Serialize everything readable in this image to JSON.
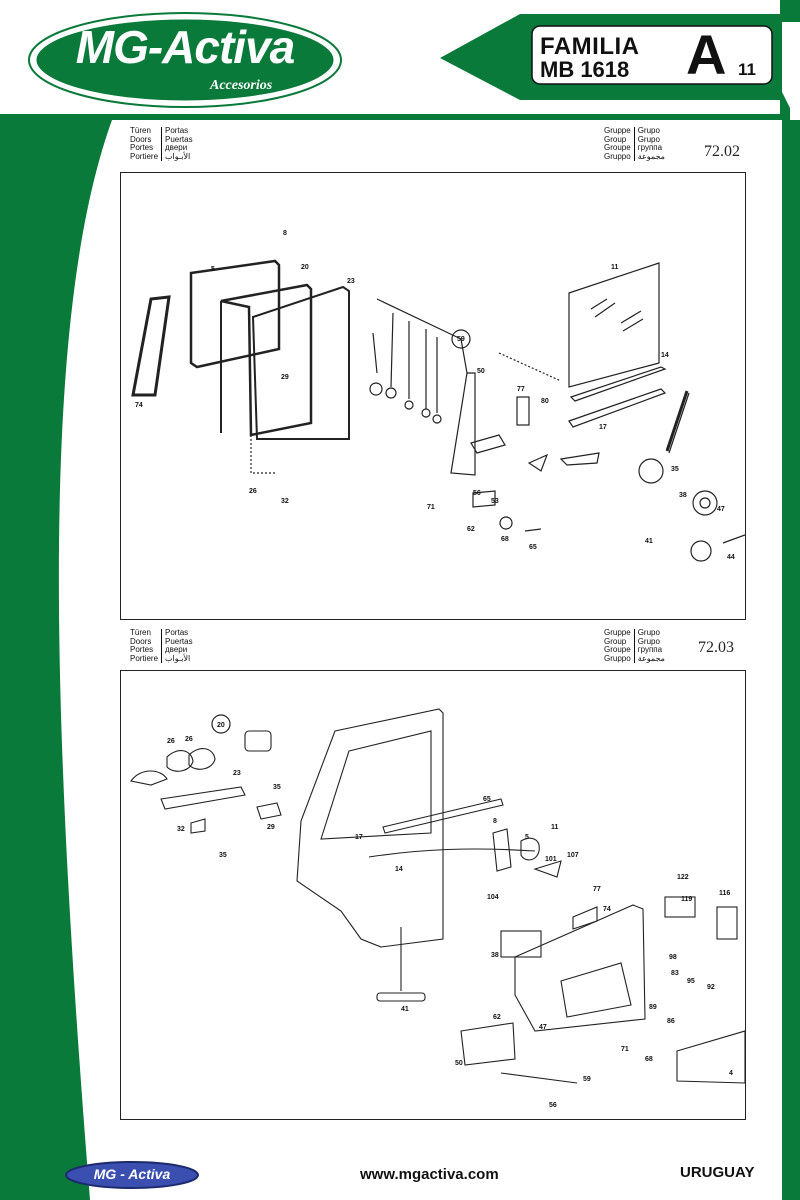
{
  "brand": {
    "logo_text": "MG-Activa",
    "logo_subtext": "Accesorios",
    "green": "#0a7a3a",
    "dark_green": "#08692f"
  },
  "header_badge": {
    "line1": "FAMILIA",
    "line2": "MB 1618",
    "letter": "A",
    "page": "11"
  },
  "sections": [
    {
      "labels_left": [
        "Türen",
        "Doors",
        "Portes",
        "Portiere"
      ],
      "labels_left2": [
        "Portas",
        "Puertas",
        "двери",
        "الأبـواب"
      ],
      "labels_right": [
        "Gruppe",
        "Group",
        "Groupe",
        "Gruppo"
      ],
      "labels_right2": [
        "Grupo",
        "Grupo",
        "группа",
        "مجموعة"
      ],
      "group_number": "72.02",
      "callouts": [
        "8",
        "5",
        "20",
        "23",
        "11",
        "74",
        "29",
        "59",
        "50",
        "77",
        "80",
        "14",
        "17",
        "26",
        "32",
        "71",
        "56",
        "53",
        "62",
        "68",
        "65",
        "35",
        "38",
        "47",
        "41",
        "44"
      ]
    },
    {
      "labels_left": [
        "Türen",
        "Doors",
        "Portes",
        "Portiere"
      ],
      "labels_left2": [
        "Portas",
        "Puertas",
        "двери",
        "الأبـواب"
      ],
      "labels_right": [
        "Gruppe",
        "Group",
        "Groupe",
        "Gruppo"
      ],
      "labels_right2": [
        "Grupo",
        "Grupo",
        "группа",
        "مجموعة"
      ],
      "group_number": "72.03",
      "callouts": [
        "20",
        "26",
        "26",
        "23",
        "35",
        "32",
        "29",
        "35",
        "65",
        "17",
        "8",
        "11",
        "5",
        "101",
        "107",
        "14",
        "104",
        "77",
        "122",
        "119",
        "116",
        "74",
        "38",
        "98",
        "83",
        "95",
        "92",
        "89",
        "86",
        "62",
        "47",
        "71",
        "68",
        "50",
        "56",
        "59",
        "41",
        "4"
      ]
    }
  ],
  "footer": {
    "logo_text": "MG - Activa",
    "url": "www.mgactiva.com",
    "country": "URUGUAY"
  }
}
